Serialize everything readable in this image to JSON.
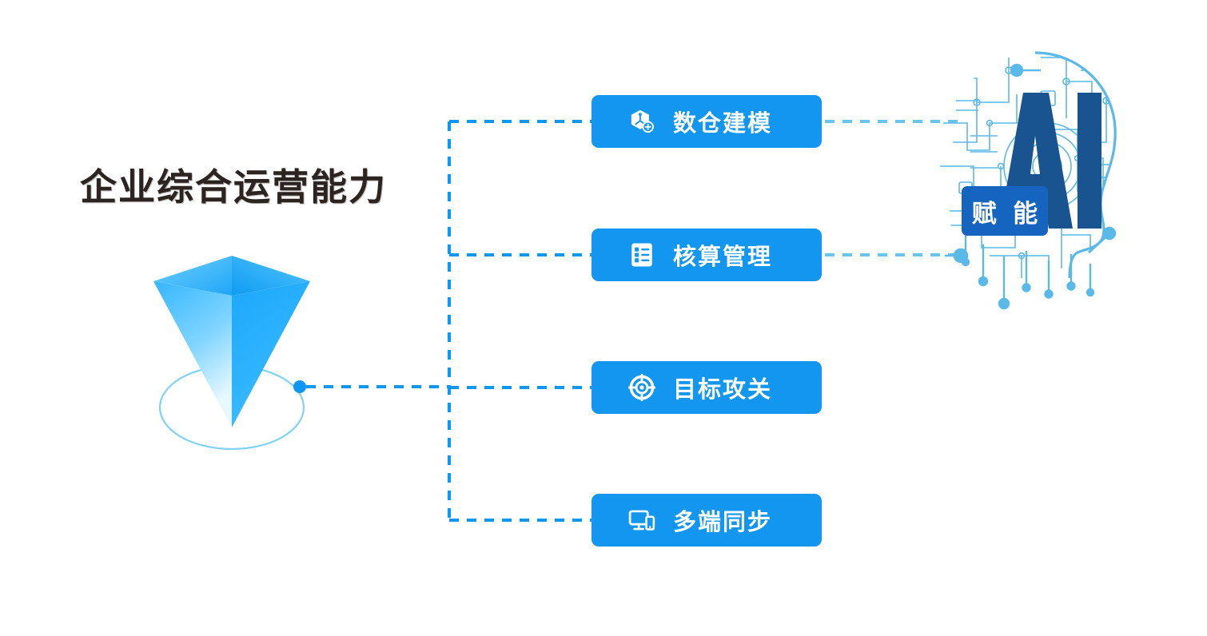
{
  "title": "企业综合运营能力",
  "colors": {
    "pill_blue": "#1296F0",
    "dash_blue": "#0D96F2",
    "circuit_blue": "#5BB9E8",
    "ai_navy": "#1A5490",
    "badge_blue": "#1565C0",
    "title_dark": "#2B2420",
    "pyramid_light": "#4EC3FF",
    "pyramid_deep": "#0A8FE8"
  },
  "emblem": {
    "name": "inverted-pyramid-emblem",
    "shape": "inverted 3D pyramid above an ellipse base"
  },
  "capabilities": [
    {
      "label": "数仓建模",
      "icon": "data-warehouse-cube-add-icon"
    },
    {
      "label": "核算管理",
      "icon": "accounting-list-document-icon"
    },
    {
      "label": "目标攻关",
      "icon": "target-crosshair-icon"
    },
    {
      "label": "多端同步",
      "icon": "multi-device-sync-icon"
    }
  ],
  "ai_module": {
    "headline": "AI",
    "badge_text": "赋 能",
    "graphic": "circuit-board-head-silhouette"
  },
  "connections": {
    "source_node": "emblem-connector-dot",
    "trunk": "vertical dashed spine linking all four capability pills",
    "ai_links": [
      "数仓建模 → AI",
      "核算管理 → AI"
    ]
  }
}
